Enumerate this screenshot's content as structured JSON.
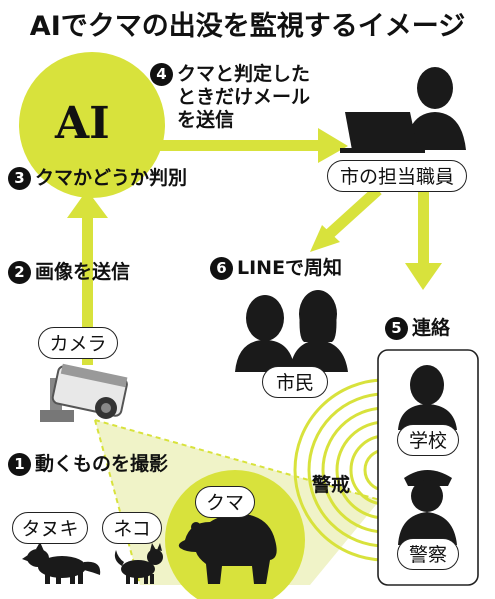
{
  "title": "AIでクマの出没を監視するイメージ",
  "ai_label": "AI",
  "steps": {
    "s1": {
      "num": "1",
      "text": "動くものを撮影"
    },
    "s2": {
      "num": "2",
      "text": "画像を送信"
    },
    "s3": {
      "num": "3",
      "text": "クマかどうか判別"
    },
    "s4": {
      "num": "4",
      "line1": "クマと判定した",
      "line2": "ときだけメール",
      "line3": "を送信"
    },
    "s5": {
      "num": "5",
      "text": "連絡"
    },
    "s6": {
      "num": "6",
      "text": "LINEで周知"
    }
  },
  "labels": {
    "camera": "カメラ",
    "staff": "市の担当職員",
    "citizens": "市民",
    "school": "学校",
    "police": "警察",
    "alert": "警戒",
    "tanuki": "タヌキ",
    "cat": "ネコ",
    "bear": "クマ"
  },
  "colors": {
    "accent": "#d8e23c",
    "ink": "#111111"
  },
  "icons": [
    "ai-circle-icon",
    "camera-icon",
    "staff-icon",
    "laptop-icon",
    "citizen-icons",
    "school-person-icon",
    "police-person-icon",
    "alert-rings-icon",
    "raccoon-dog-icon",
    "cat-icon",
    "bear-icon"
  ]
}
